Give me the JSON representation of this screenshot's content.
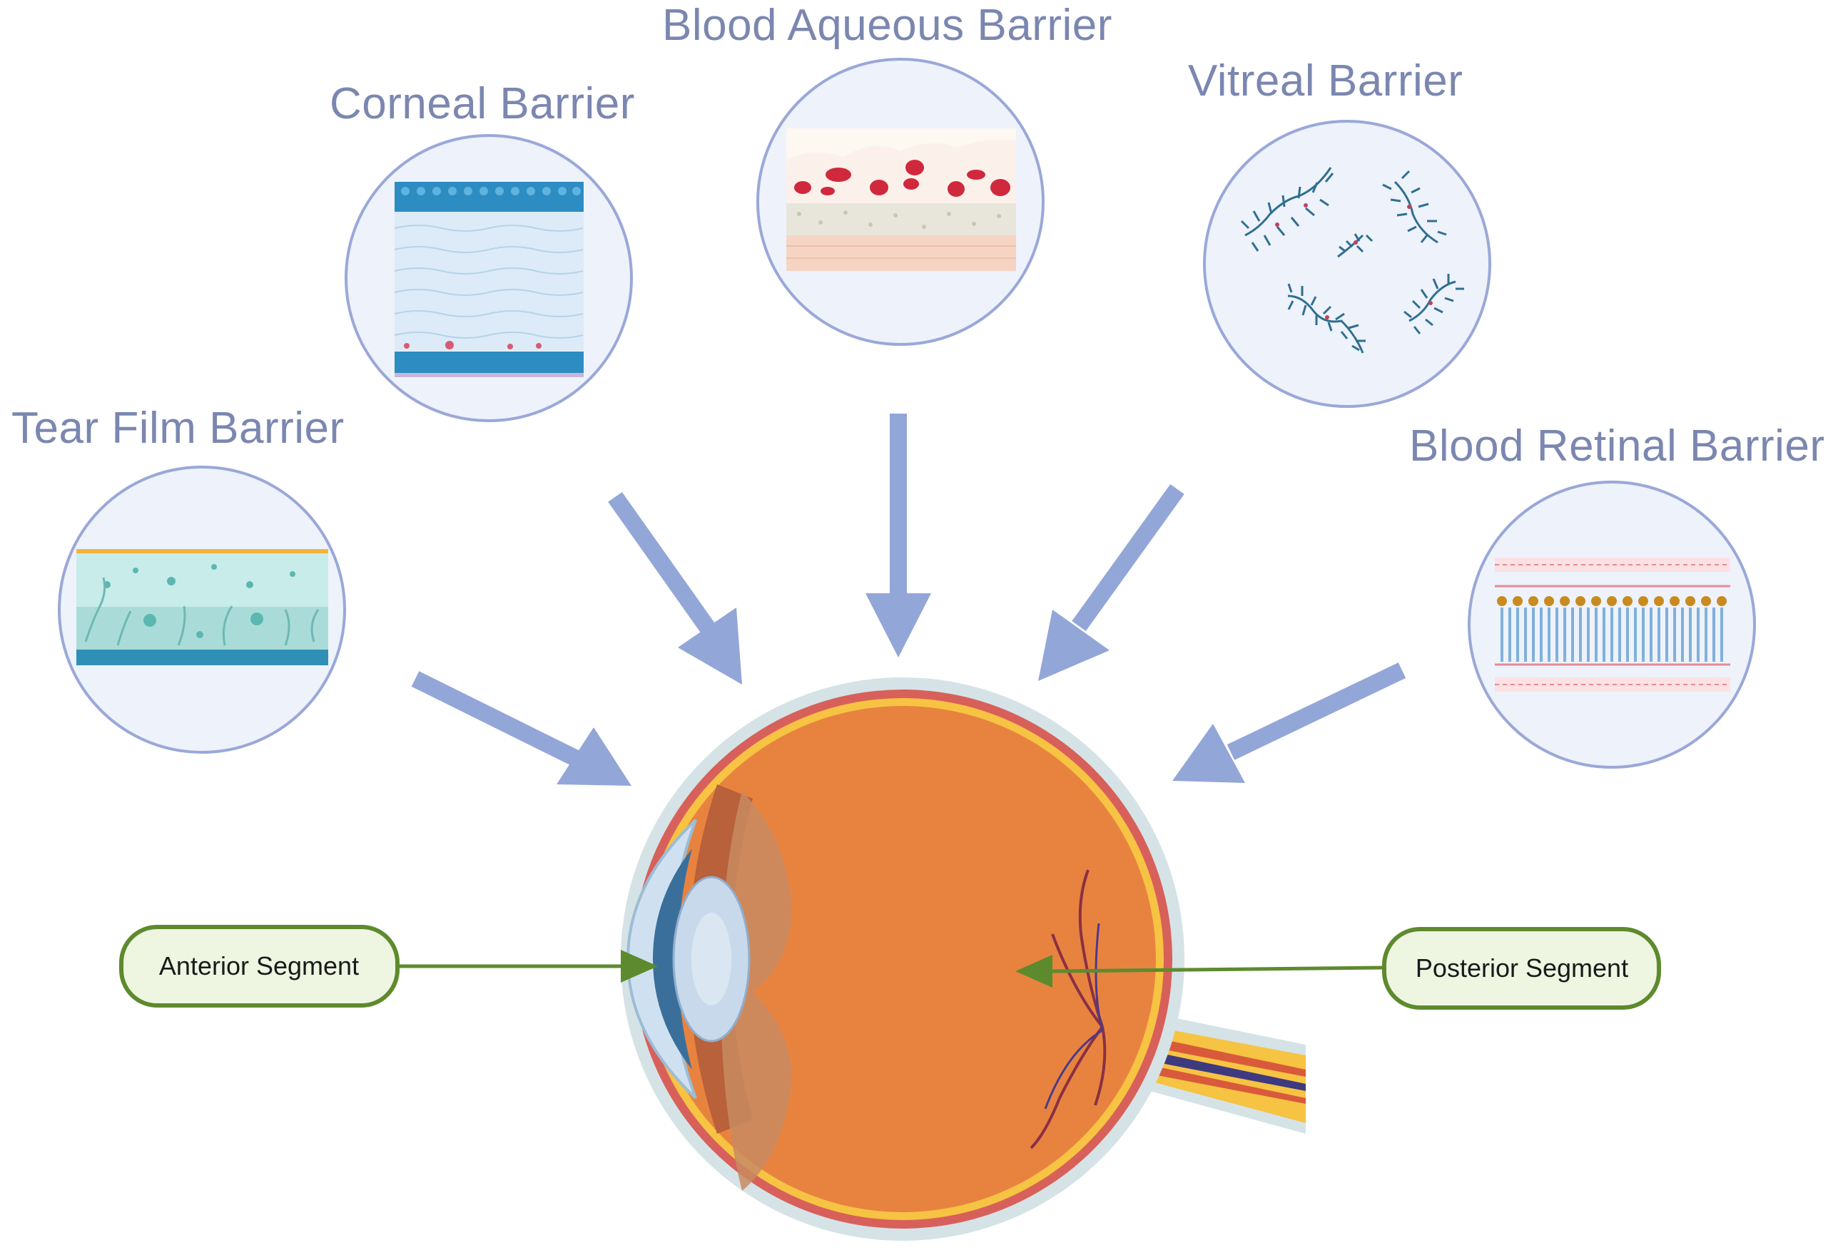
{
  "barriers": {
    "tear_film": "Tear Film Barrier",
    "corneal": "Corneal Barrier",
    "blood_aqueous": "Blood Aqueous Barrier",
    "vitreal": "Vitreal Barrier",
    "blood_retinal": "Blood Retinal Barrier"
  },
  "segments": {
    "anterior": "Anterior Segment",
    "posterior": "Posterior Segment"
  },
  "colors": {
    "title_text": "#7b87b0",
    "arrow": "#93a6d8",
    "circle_border": "#9aa8d8",
    "circle_fill": "#eef2fb",
    "segment_border": "#5e8a2e",
    "segment_fill": "#eef6e2",
    "eye_interior": "#e8833f",
    "sclera": "#d5e3e6"
  },
  "icons": {
    "arrow": "arrow-icon",
    "eye": "eye-cross-section"
  }
}
